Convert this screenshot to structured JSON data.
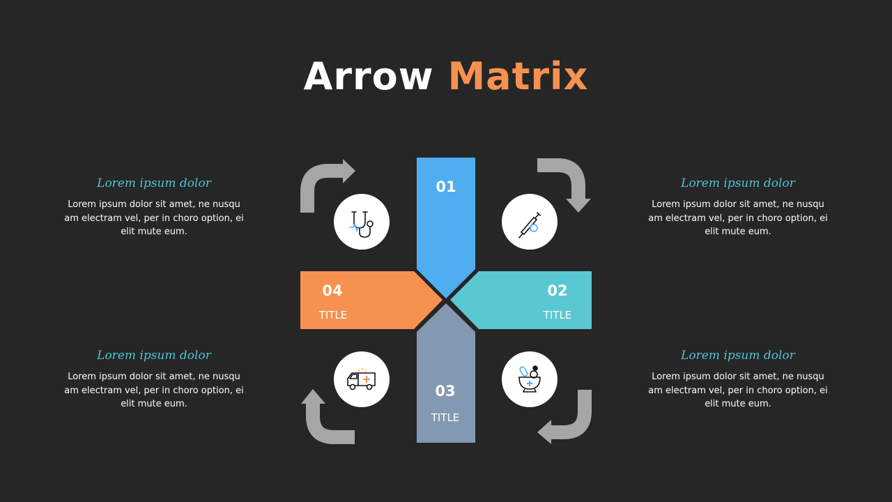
{
  "title": {
    "part1": "Arrow",
    "part2": "Matrix"
  },
  "colors": {
    "background": "#262626",
    "blue": "#4eaef0",
    "teal": "#5ac8d3",
    "slate": "#8399b1",
    "orange": "#f79150",
    "arrow_gray": "#a6a6a6",
    "heading_teal": "#4ec3d1"
  },
  "blocks": [
    {
      "heading": "Lorem ipsum dolor",
      "text": "Lorem ipsum dolor sit amet, ne nusqu am electram vel, per in choro option, ei elit mute eum."
    },
    {
      "heading": "Lorem ipsum dolor",
      "text": "Lorem ipsum dolor sit amet, ne nusqu am electram vel, per in choro option, ei elit mute eum."
    },
    {
      "heading": "Lorem ipsum dolor",
      "text": "Lorem ipsum dolor sit amet, ne nusqu am electram vel, per in choro option, ei elit mute eum."
    },
    {
      "heading": "Lorem ipsum dolor",
      "text": "Lorem ipsum dolor sit amet, ne nusqu am electram vel, per in choro option, ei elit mute eum."
    }
  ],
  "arrows": [
    {
      "number": "01",
      "label": ""
    },
    {
      "number": "02",
      "label": "TITLE"
    },
    {
      "number": "03",
      "label": "TITLE"
    },
    {
      "number": "04",
      "label": "TITLE"
    }
  ],
  "icons": [
    "stethoscope-icon",
    "syringe-icon",
    "ambulance-icon",
    "pills-mortar-icon"
  ]
}
